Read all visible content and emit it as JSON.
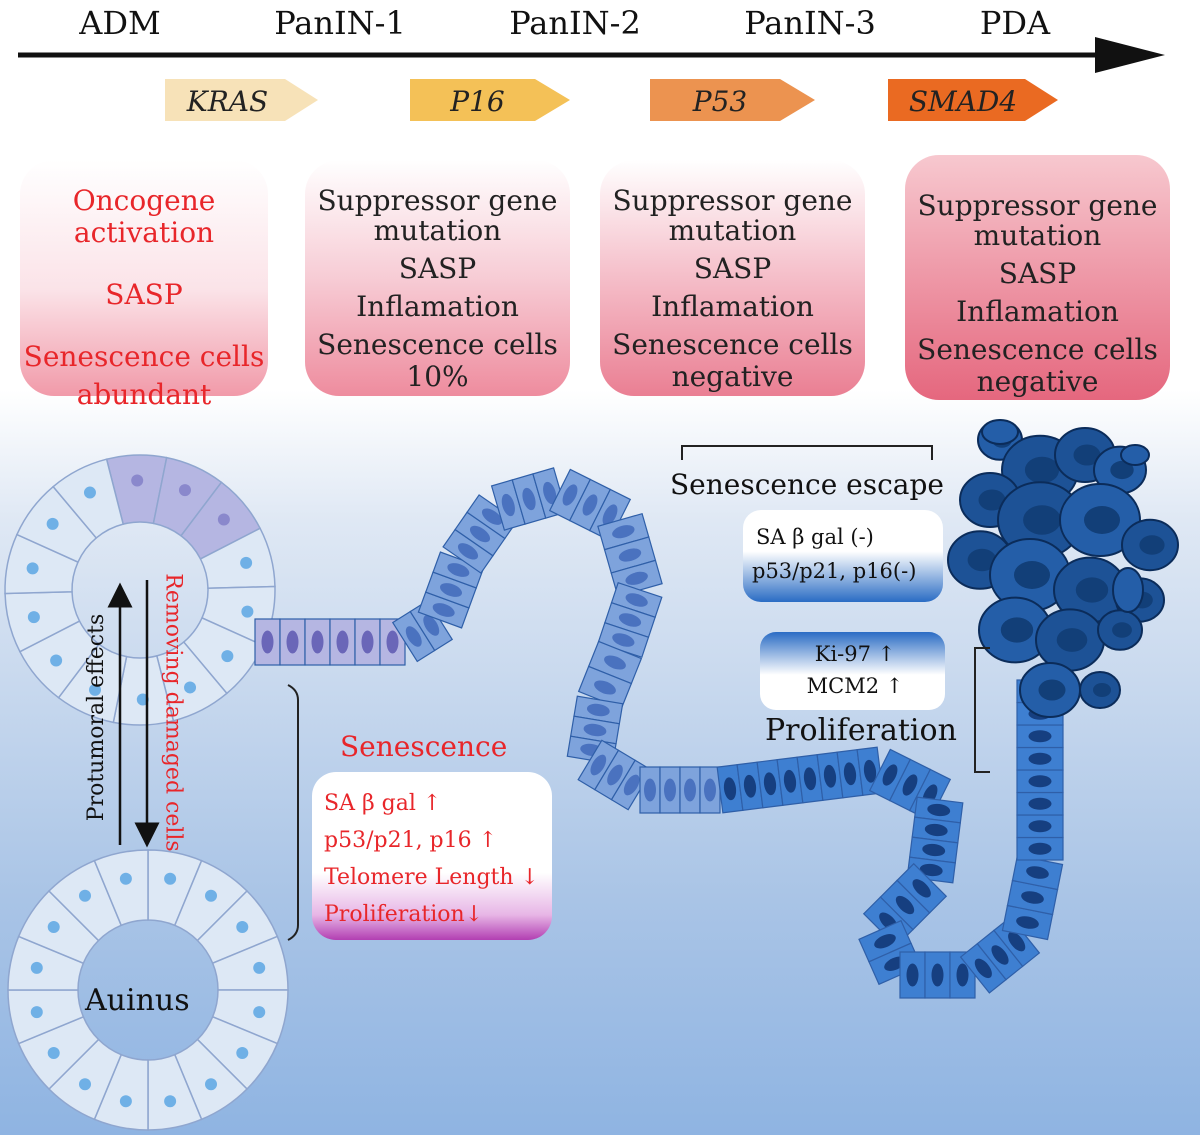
{
  "timeline": {
    "stages": [
      "ADM",
      "PanIN-1",
      "PanIN-2",
      "PanIN-3",
      "PDA"
    ]
  },
  "genes": [
    {
      "label": "KRAS",
      "color": "#f7e2b8"
    },
    {
      "label": "P16",
      "color": "#f4c157"
    },
    {
      "label": "P53",
      "color": "#ec9350"
    },
    {
      "label": "SMAD4",
      "color": "#ea6a22"
    }
  ],
  "boxes": [
    {
      "lines": [
        "Oncogene",
        "activation",
        "SASP",
        "Senescence cells",
        "abundant"
      ],
      "color": "#e8262a"
    },
    {
      "lines": [
        "Suppressor gene",
        "mutation",
        "SASP",
        "Inflamation",
        "Senescence cells",
        "10%"
      ],
      "color": "#222222"
    },
    {
      "lines": [
        "Suppressor gene",
        "mutation",
        "SASP",
        "Inflamation",
        "Senescence cells",
        "negative"
      ],
      "color": "#222222"
    },
    {
      "lines": [
        "Suppressor gene",
        "mutation",
        "SASP",
        "Inflamation",
        "Senescence cells",
        "negative"
      ],
      "color": "#222222"
    }
  ],
  "labels": {
    "protumoral": "Protumoral effects",
    "removing": "Removing damaged cells",
    "acinus": "Auinus",
    "senescence_title": "Senescence",
    "senescence_escape": "Senescence escape",
    "proliferation": "Proliferation"
  },
  "senescence_markers": [
    "SA β gal ↑",
    "p53/p21, p16 ↑",
    "Telomere Length ↓",
    "Proliferation↓"
  ],
  "escape_markers": [
    "SA β gal (-)",
    "p53/p21, p16(-)"
  ],
  "proliferation_markers": [
    "Ki-97 ↑",
    "MCM2 ↑"
  ],
  "colors": {
    "senescent_cell": "#b5b6e2",
    "normal_cell": "#dde8f5",
    "duct_cell": "#7ea3dc",
    "duct_nucleus": "#4a72bf",
    "tumor_cell": "#245ea8",
    "tumor_dark": "#123f78",
    "text_red": "#e8262a"
  }
}
